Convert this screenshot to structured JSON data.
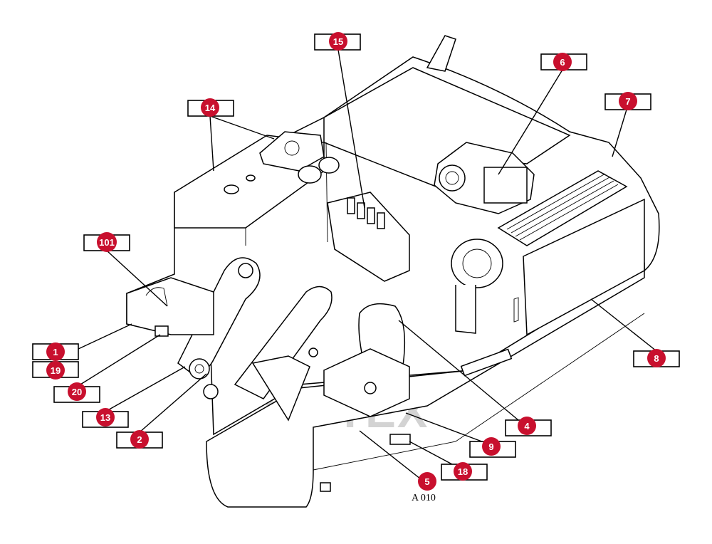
{
  "diagram": {
    "figure_label": "A 010",
    "watermark_text": "LIFTEX",
    "accent_color": "#c8102e",
    "callouts": [
      {
        "id": "c1",
        "label": "1"
      },
      {
        "id": "c2",
        "label": "2"
      },
      {
        "id": "c4",
        "label": "4"
      },
      {
        "id": "c5",
        "label": "5"
      },
      {
        "id": "c6",
        "label": "6"
      },
      {
        "id": "c7",
        "label": "7"
      },
      {
        "id": "c8",
        "label": "8"
      },
      {
        "id": "c9",
        "label": "9"
      },
      {
        "id": "c13",
        "label": "13"
      },
      {
        "id": "c14",
        "label": "14"
      },
      {
        "id": "c15",
        "label": "15"
      },
      {
        "id": "c18",
        "label": "18"
      },
      {
        "id": "c19",
        "label": "19"
      },
      {
        "id": "c20",
        "label": "20"
      },
      {
        "id": "c101",
        "label": "101"
      }
    ]
  }
}
